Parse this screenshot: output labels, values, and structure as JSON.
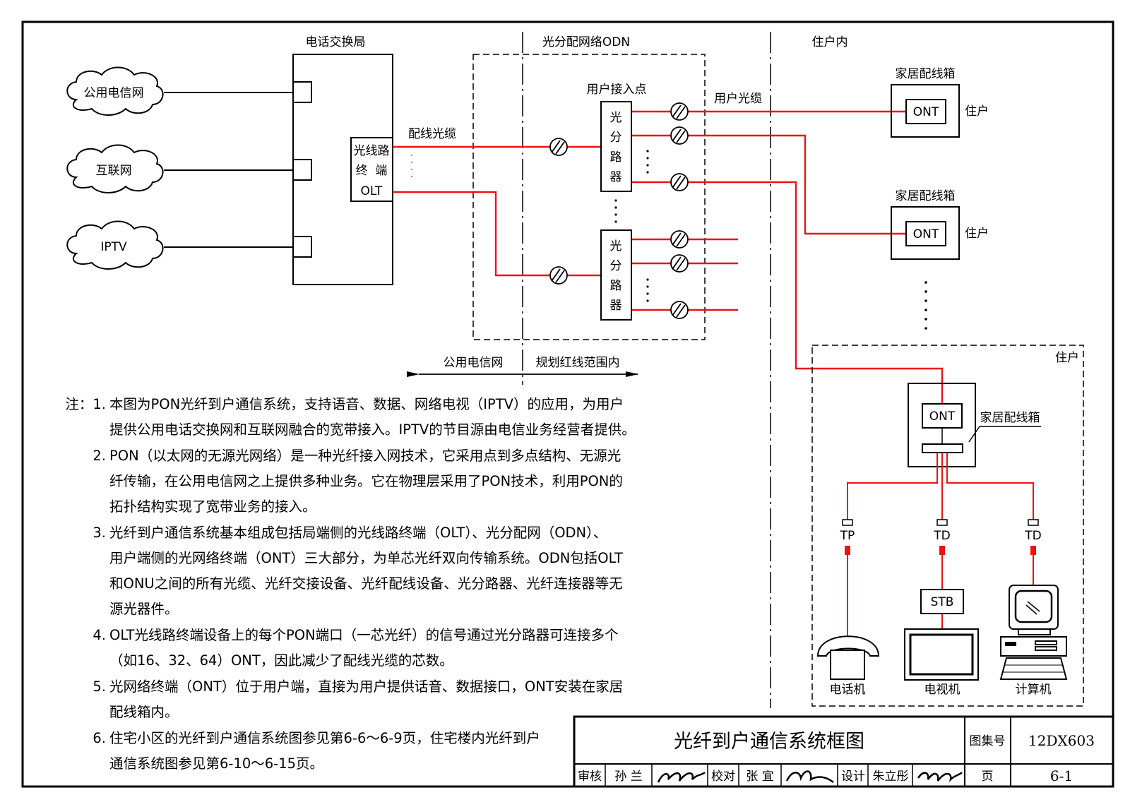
{
  "sections": {
    "exchange": "电话交换局",
    "odn": "光分配网络ODN",
    "home": "住户内"
  },
  "networks": [
    "公用电信网",
    "互联网",
    "IPTV"
  ],
  "olt": {
    "line1": "光线路",
    "line2": "终  端",
    "line3": "OLT"
  },
  "feeder_cable": "配线光缆",
  "access_point": "用户接入点",
  "drop_cable": "用户光缆",
  "splitter_chars": [
    "光",
    "分",
    "路",
    "器"
  ],
  "home_box": "家居配线箱",
  "ont": "ONT",
  "resident": "住户",
  "boundary": {
    "left": "公用电信网",
    "right": "规划红线范围内"
  },
  "outlets": [
    "TP",
    "TD",
    "TD"
  ],
  "stb": "STB",
  "devices": [
    "电话机",
    "电视机",
    "计算机"
  ],
  "notes": [
    {
      "num": "注：1.",
      "lines": [
        "本图为PON光纤到户通信系统，支持语音、数据、网络电视（IPTV）的应用，为用户",
        "提供公用电话交换网和互联网融合的宽带接入。IPTV的节目源由电信业务经营者提供。"
      ]
    },
    {
      "num": "2.",
      "lines": [
        "PON（以太网的无源光网络）是一种光纤接入网技术，它采用点到多点结构、无源光",
        "纤传输，在公用电信网之上提供多种业务。它在物理层采用了PON技术，利用PON的",
        "拓扑结构实现了宽带业务的接入。"
      ]
    },
    {
      "num": "3.",
      "lines": [
        "光纤到户通信系统基本组成包括局端侧的光线路终端（OLT）、光分配网（ODN）、",
        "用户端侧的光网络终端（ONT）三大部分，为单芯光纤双向传输系统。ODN包括OLT",
        "和ONU之间的所有光缆、光纤交接设备、光纤配线设备、光分路器、光纤连接器等无",
        "源光器件。"
      ]
    },
    {
      "num": "4.",
      "lines": [
        "OLT光线路终端设备上的每个PON端口（一芯光纤）的信号通过光分路器可连接多个",
        "（如16、32、64）ONT，因此减少了配线光缆的芯数。"
      ]
    },
    {
      "num": "5.",
      "lines": [
        "光网络终端（ONT）位于用户端，直接为用户提供话音、数据接口，ONT安装在家居",
        "配线箱内。"
      ]
    },
    {
      "num": "6.",
      "lines": [
        "住宅小区的光纤到户通信系统图参见第6-6～6-9页，住宅楼内光纤到户",
        "通信系统图参见第6-10～6-15页。"
      ]
    }
  ],
  "title_block": {
    "title": "光纤到户通信系统框图",
    "atlas_label": "图集号",
    "atlas_no": "12DX603",
    "review_label": "审核",
    "reviewer": "孙 兰",
    "check_label": "校对",
    "checker": "张 宜",
    "design_label": "设计",
    "designer": "朱立彤",
    "page_label": "页",
    "page_no": "6-1"
  },
  "colors": {
    "fiber": "#ee1111",
    "line": "#000000"
  }
}
